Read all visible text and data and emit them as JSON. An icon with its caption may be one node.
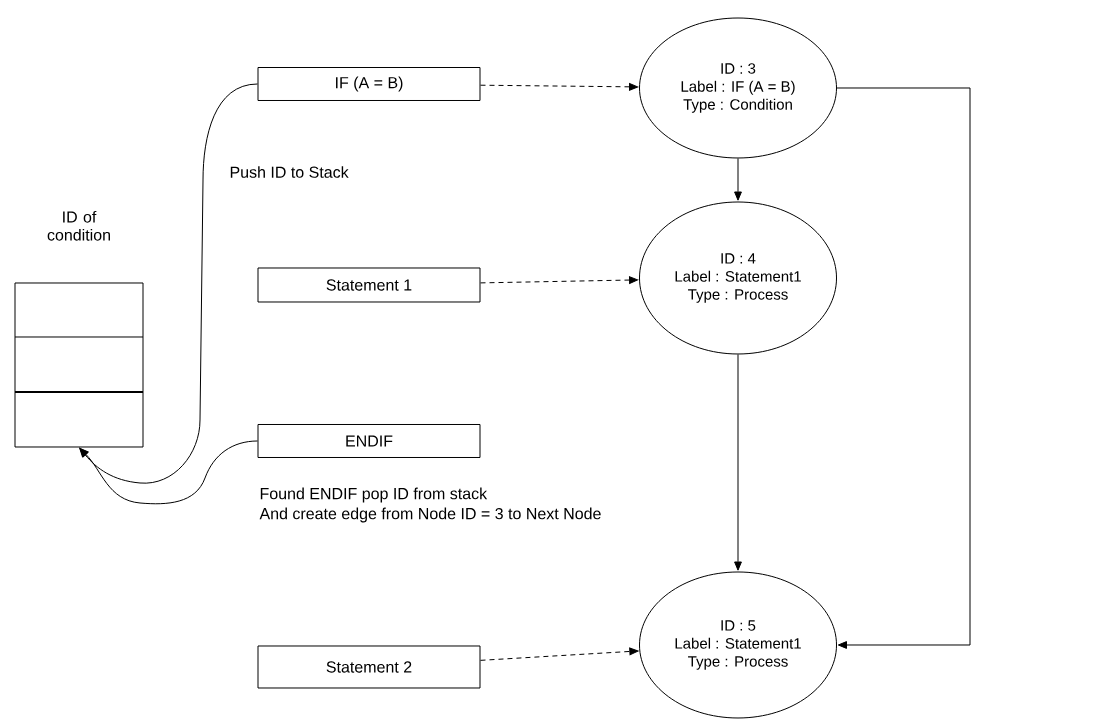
{
  "diagram": {
    "nodes": [
      {
        "text": [
          "IF (A = B)"
        ]
      },
      {
        "text": [
          "ID : 3",
          "Label : IF (A = B)",
          "Type : Condition"
        ]
      },
      {
        "text": [
          "ID of condition"
        ]
      },
      {
        "text": [
          "Statement 1"
        ]
      },
      {
        "text": [
          "ID : 4",
          "Label : Statement1",
          "Type : Process"
        ]
      },
      {
        "text": [
          "ENDIF"
        ]
      },
      {
        "text": [
          "ID : 5",
          "Label : Statement1",
          "Type : Process"
        ]
      },
      {
        "text": [
          "Statement 2"
        ]
      }
    ],
    "edges": [
      {
        "from": 0,
        "to": 1,
        "arrow": "to",
        "style": "dashed"
      },
      {
        "from": 1,
        "to": 4,
        "arrow": "to"
      },
      {
        "from": 3,
        "to": 4,
        "arrow": "to",
        "style": "dashed"
      },
      {
        "from": 4,
        "to": 6,
        "arrow": "to"
      },
      {
        "from": 7,
        "to": 6,
        "arrow": "to",
        "style": "dashed"
      },
      {
        "from": 1,
        "to": 6,
        "arrow": "to"
      },
      {
        "from": 0,
        "to": 2,
        "arrow": "to",
        "label": "Push ID to Stack"
      },
      {
        "from": 5,
        "to": 2,
        "arrow": "to"
      }
    ],
    "labels": [
      "Found ENDIF pop ID from stack",
      "And create edge from Node ID = 3 to Next Node"
    ]
  }
}
